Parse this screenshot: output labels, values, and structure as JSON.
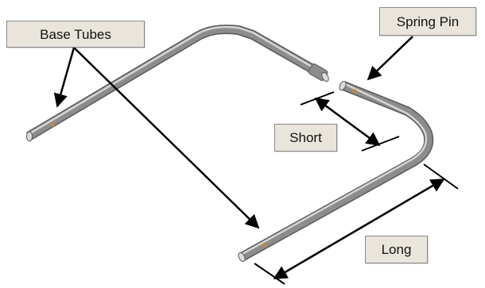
{
  "labels": {
    "base_tubes": "Base Tubes",
    "spring_pin": "Spring Pin",
    "short": "Short",
    "long": "Long"
  },
  "colors": {
    "tube": "#8c8c8c",
    "tube_highlight": "#d4d4d4",
    "tube_shadow": "#5a5a5a",
    "pin": "#b88a4a",
    "arrow": "#000000",
    "label_fill": "#e9e5dc",
    "label_border": "#8a8a8a"
  }
}
